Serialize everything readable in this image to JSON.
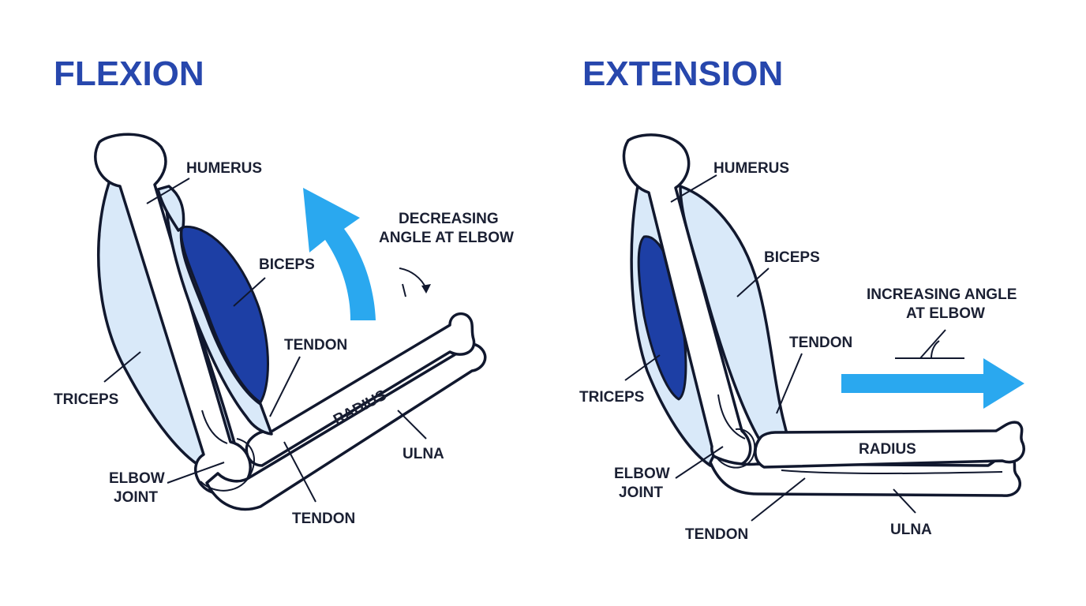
{
  "palette": {
    "title": "#2747ad",
    "outline": "#11182e",
    "muscle_active": "#1d3fa5",
    "muscle_relaxed": "#d9e9f9",
    "arrow": "#2aa8ef",
    "text": "#1b2033"
  },
  "flexion": {
    "title": "FLEXION",
    "humerus": "HUMERUS",
    "biceps": "BICEPS",
    "triceps": "TRICEPS",
    "tendon_upper": "TENDON",
    "tendon_lower": "TENDON",
    "radius": "RADIUS",
    "ulna": "ULNA",
    "elbow_joint_line1": "ELBOW",
    "elbow_joint_line2": "JOINT",
    "angle_note_line1": "DECREASING",
    "angle_note_line2": "ANGLE AT ELBOW",
    "arrow_icon": "curved-up-arrow-icon"
  },
  "extension": {
    "title": "EXTENSION",
    "humerus": "HUMERUS",
    "biceps": "BICEPS",
    "triceps": "TRICEPS",
    "tendon_upper": "TENDON",
    "tendon_lower": "TENDON",
    "radius": "RADIUS",
    "ulna": "ULNA",
    "elbow_joint_line1": "ELBOW",
    "elbow_joint_line2": "JOINT",
    "angle_note_line1": "INCREASING ANGLE",
    "angle_note_line2": "AT ELBOW",
    "arrow_icon": "right-arrow-icon"
  }
}
